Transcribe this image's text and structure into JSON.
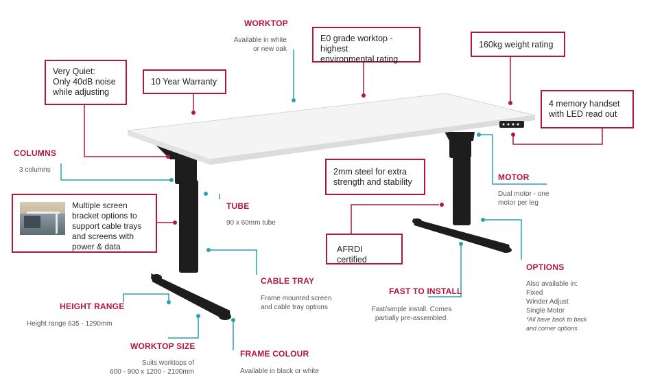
{
  "colors": {
    "accent": "#b3173a",
    "leader_teal": "#2aa1b3",
    "frame": "#1d1d1d",
    "worktop": "#f3f3f3"
  },
  "callouts": {
    "quiet": [
      "Very Quiet:",
      "Only 40dB noise",
      "while adjusting"
    ],
    "warranty": "10 Year Warranty",
    "e0": [
      "E0 grade worktop - highest",
      "environmental rating"
    ],
    "weight": "160kg weight rating",
    "memory": [
      "4 memory handset",
      "with LED read out"
    ],
    "steel": [
      "2mm steel for extra",
      "strength and stability"
    ],
    "afrdi": "AFRDI certified",
    "bracket": [
      "Multiple screen",
      "bracket options to",
      "support cable trays",
      "and screens with",
      "power & data"
    ]
  },
  "features": {
    "worktop": {
      "title": "WORKTOP",
      "lines": [
        "Available in white",
        "or new oak"
      ]
    },
    "columns": {
      "title": "COLUMNS",
      "lines": [
        "3 columns"
      ]
    },
    "tube": {
      "title": "TUBE",
      "lines": [
        "90 x 60mm tube"
      ]
    },
    "cable_tray": {
      "title": "CABLE TRAY",
      "lines": [
        "Frame mounted screen",
        "and cable tray options"
      ]
    },
    "height_range": {
      "title": "HEIGHT RANGE",
      "lines": [
        "Height range 635 - 1290mm"
      ]
    },
    "worktop_size": {
      "title": "WORKTOP SIZE",
      "lines": [
        "Suits worktops of",
        "600 - 900 x 1200 - 2100mm"
      ]
    },
    "frame_colour": {
      "title": "FRAME COLOUR",
      "lines": [
        "Available in black or white"
      ]
    },
    "fast_install": {
      "title": "FAST TO INSTALL",
      "lines": [
        "Fast/simple install. Comes",
        "partially pre-assembled."
      ]
    },
    "motor": {
      "title": "MOTOR",
      "lines": [
        "Dual motor - one",
        "motor per leg"
      ]
    },
    "options": {
      "title": "OPTIONS",
      "lines": [
        "Also available in:",
        "Fixed",
        "Winder Adjust",
        "Single Motor"
      ],
      "note": [
        "*All have back to back",
        "and corner options"
      ]
    }
  },
  "icons": {
    "thumbnail": "screen-bracket-photo",
    "handset": "handset-keypad-icon"
  }
}
